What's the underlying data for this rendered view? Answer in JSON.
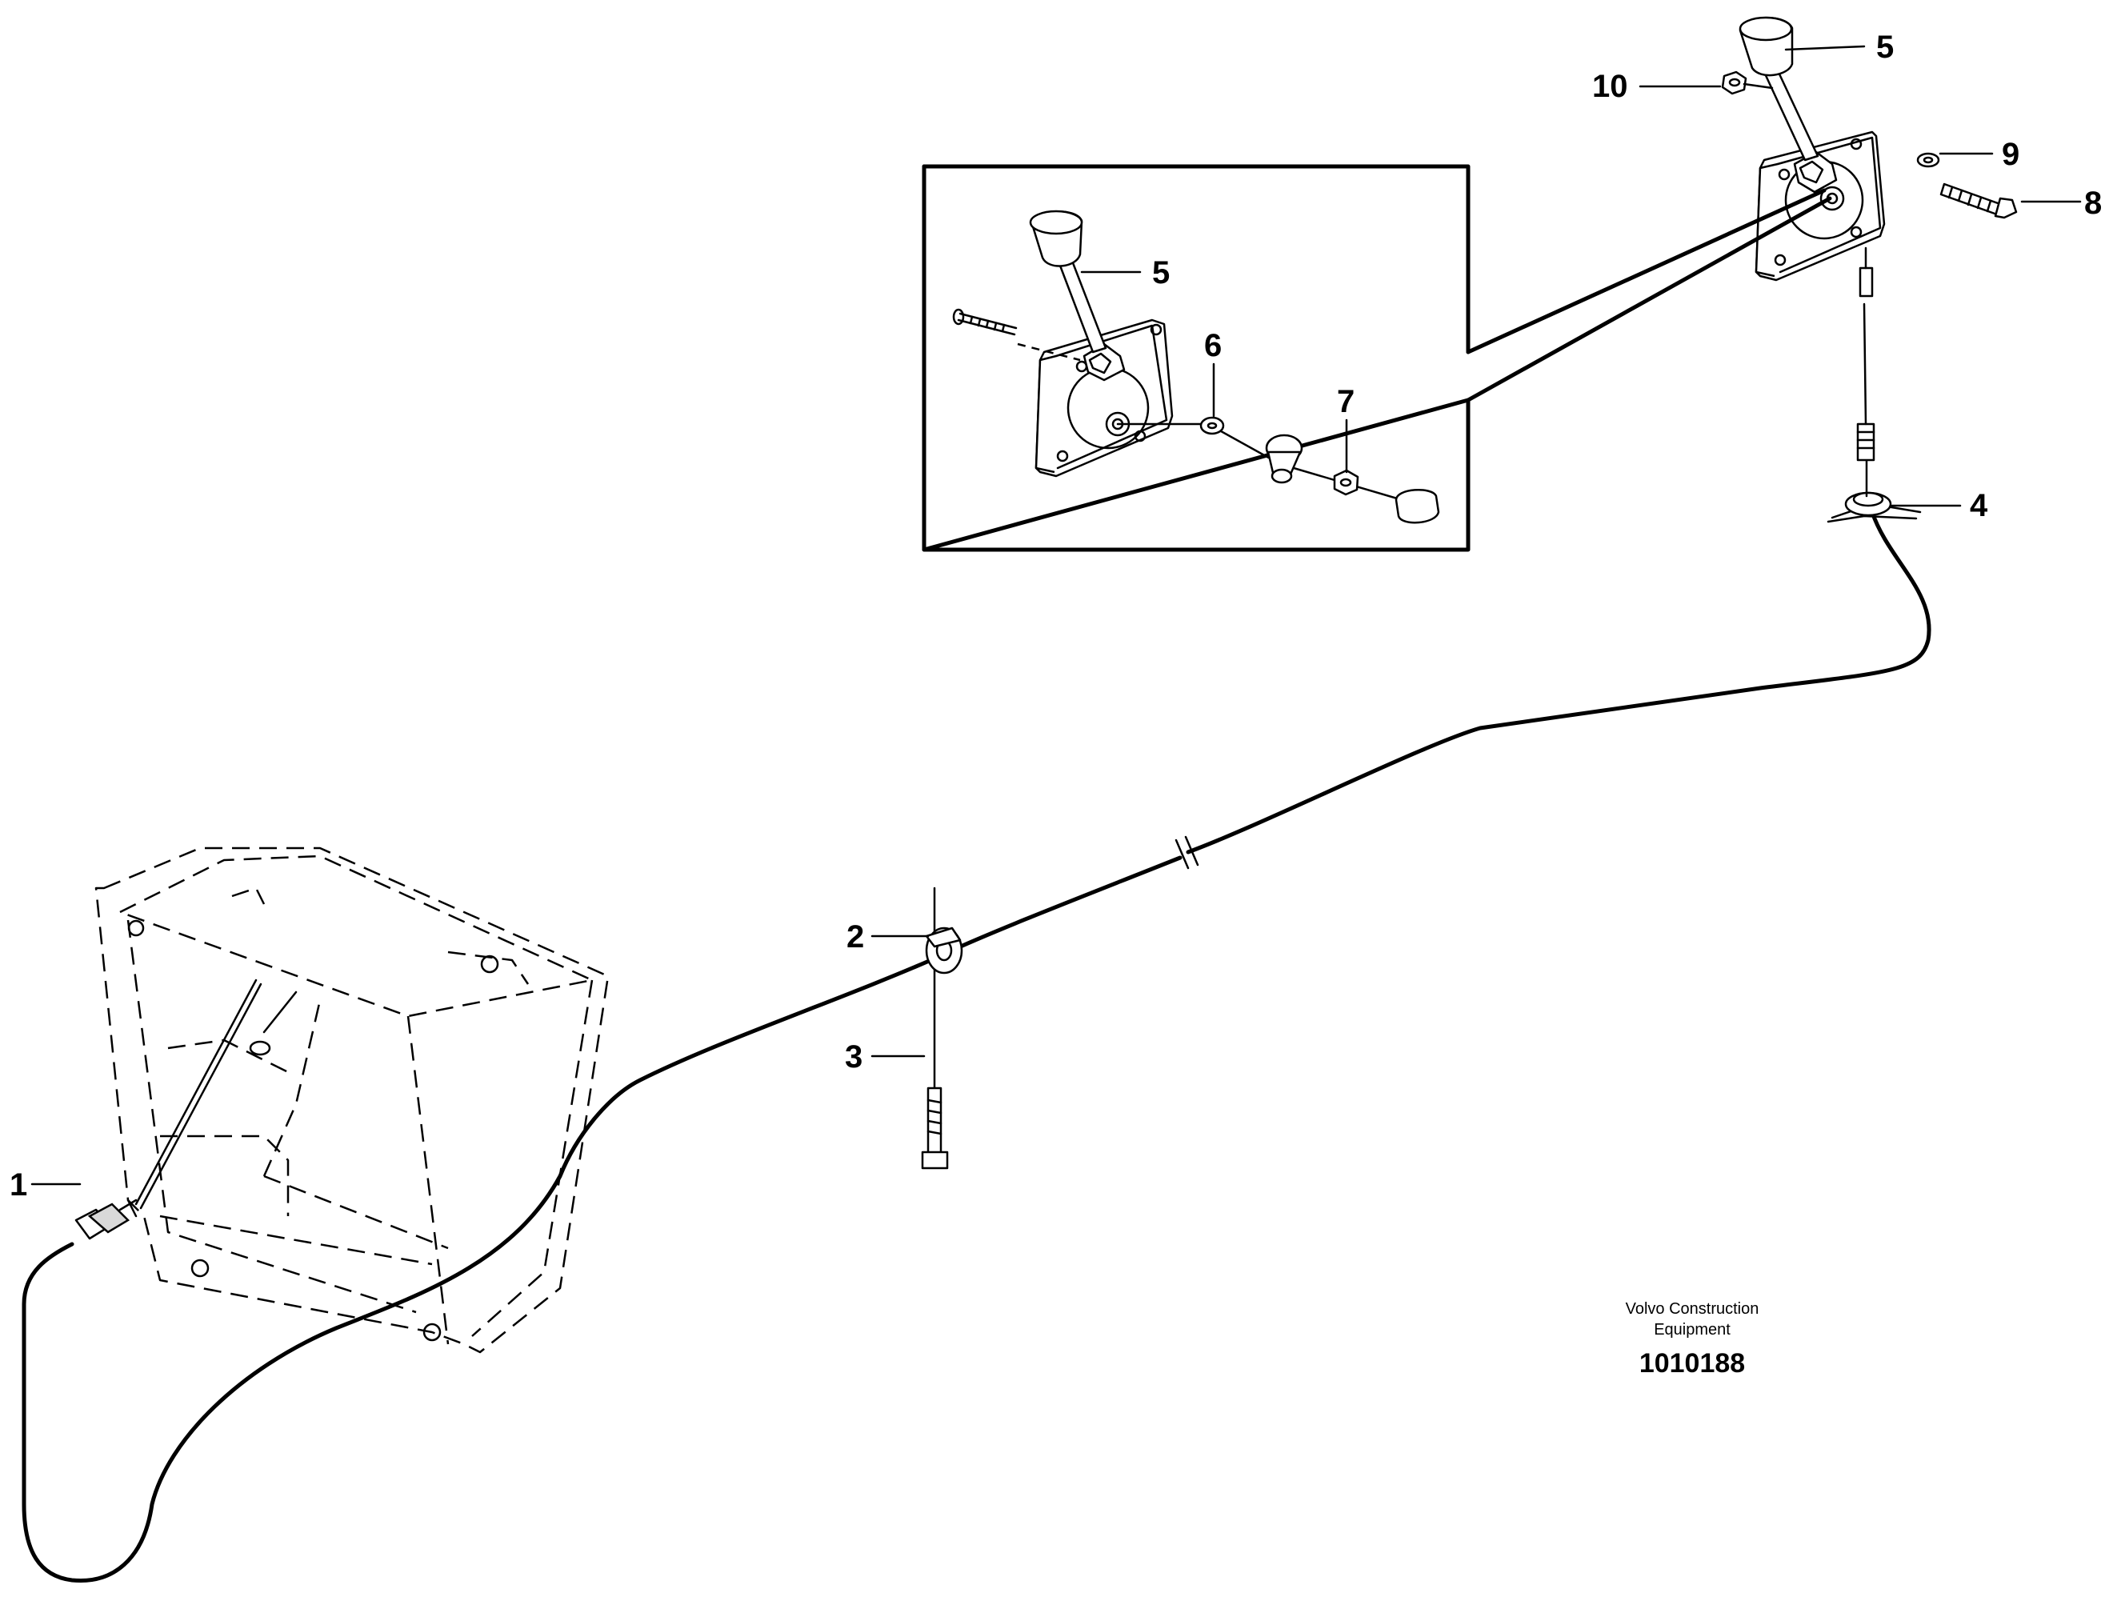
{
  "callouts": {
    "p1": "1",
    "p2": "2",
    "p3": "3",
    "p4": "4",
    "p5_main": "5",
    "p5_inset": "5",
    "p6": "6",
    "p7": "7",
    "p8": "8",
    "p9": "9",
    "p10": "10"
  },
  "caption": {
    "line1": "Volvo Construction",
    "line2": "Equipment",
    "drawing_number": "1010188"
  }
}
